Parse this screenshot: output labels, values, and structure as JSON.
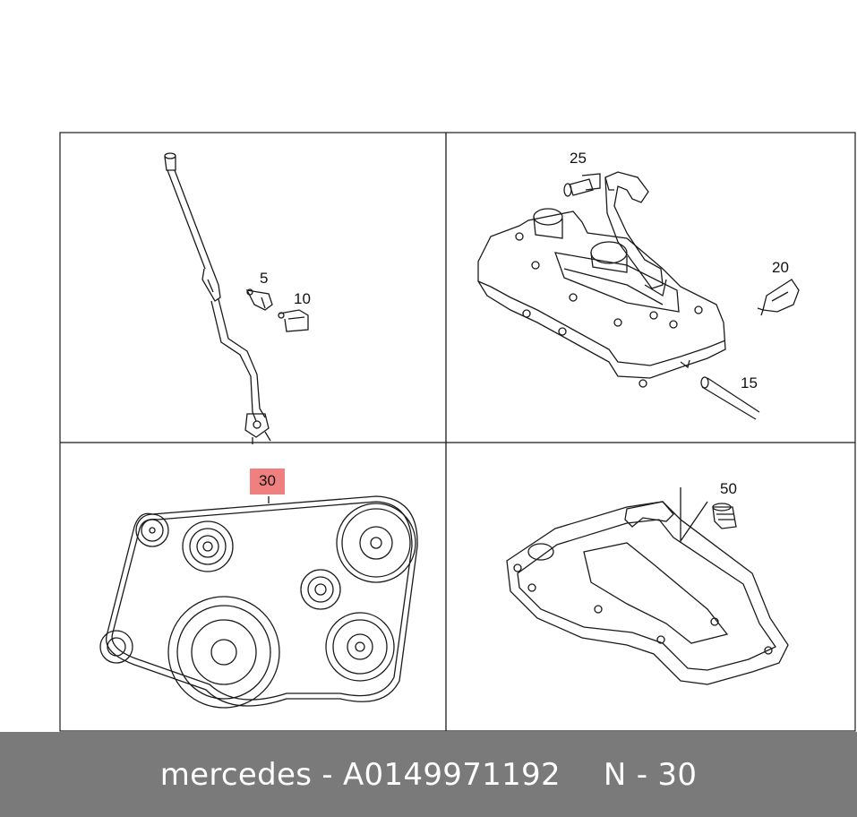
{
  "parts": {
    "p5": "5",
    "p10": "10",
    "p15": "15",
    "p20": "20",
    "p25": "25",
    "p30": "30",
    "p50": "50"
  },
  "footer": {
    "brand_part": "mercedes - A0149971192",
    "position": "N - 30"
  },
  "colors": {
    "line": "#1a1a1a",
    "highlight": "#f08080",
    "footer_bg": "#7a7a7a",
    "footer_text": "#ffffff"
  }
}
